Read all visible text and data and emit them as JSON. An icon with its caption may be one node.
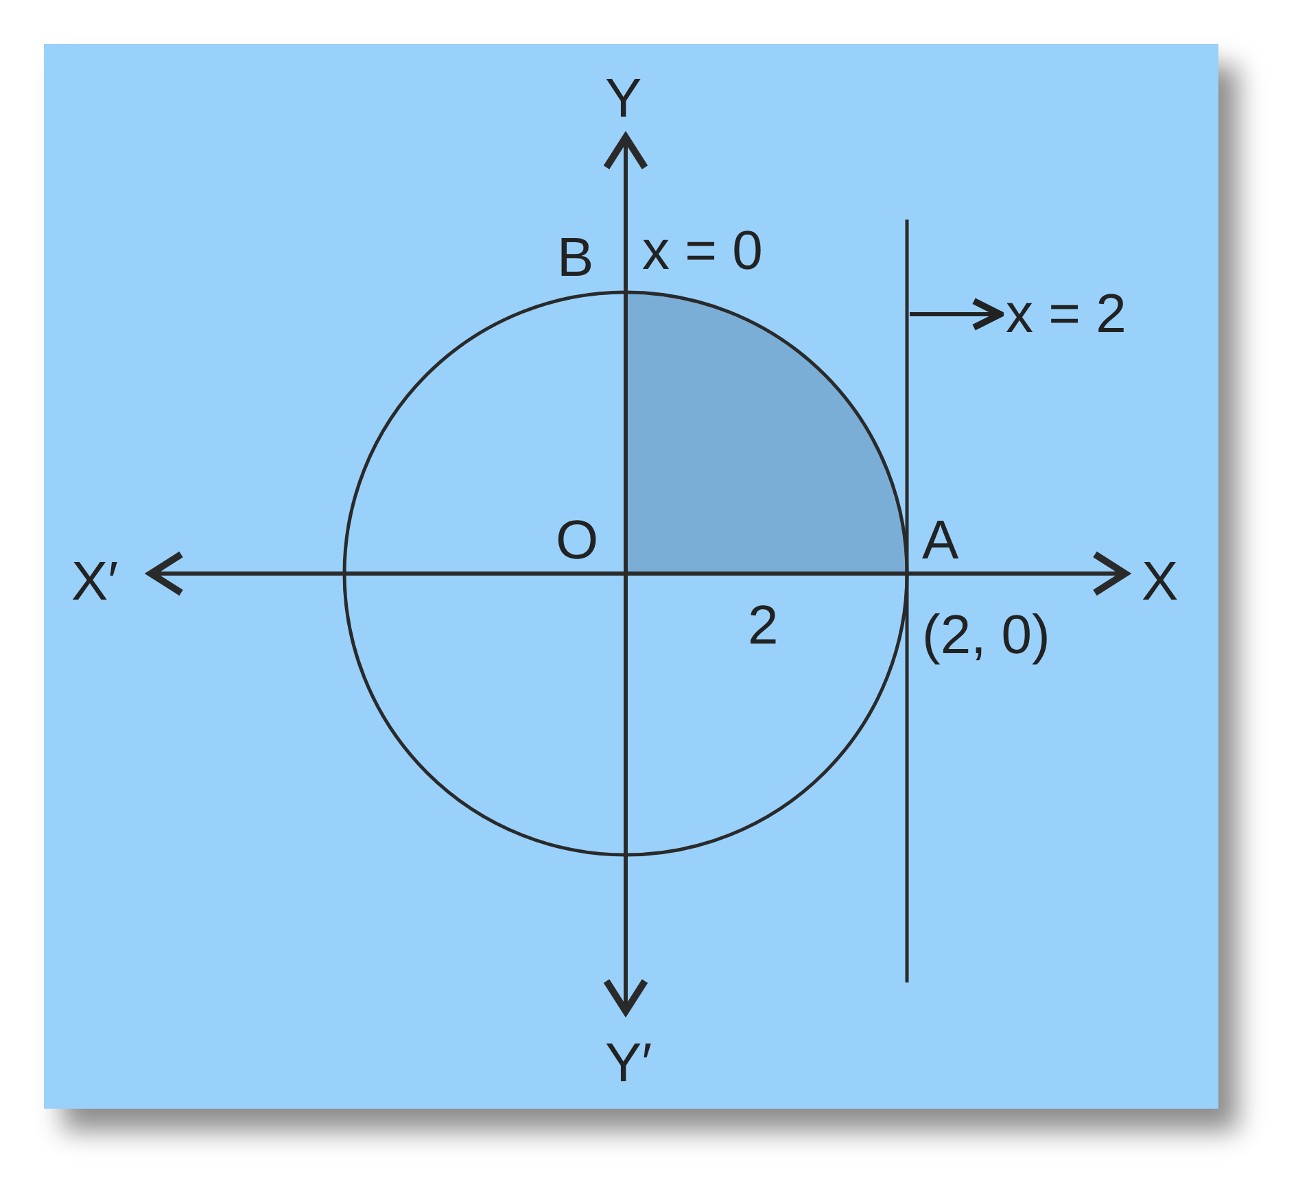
{
  "diagram": {
    "nodes": [
      {
        "text": [
          "x = 2"
        ]
      },
      {
        "text": [],
        "shape": "line"
      }
    ],
    "edges": [
      {
        "from": 1,
        "to": 0,
        "arrow": "to"
      }
    ],
    "labels": [
      "Y",
      "B",
      "x = 0",
      "O",
      "A",
      "X′",
      "X",
      "2",
      "(2, 0)",
      "Y′"
    ]
  }
}
